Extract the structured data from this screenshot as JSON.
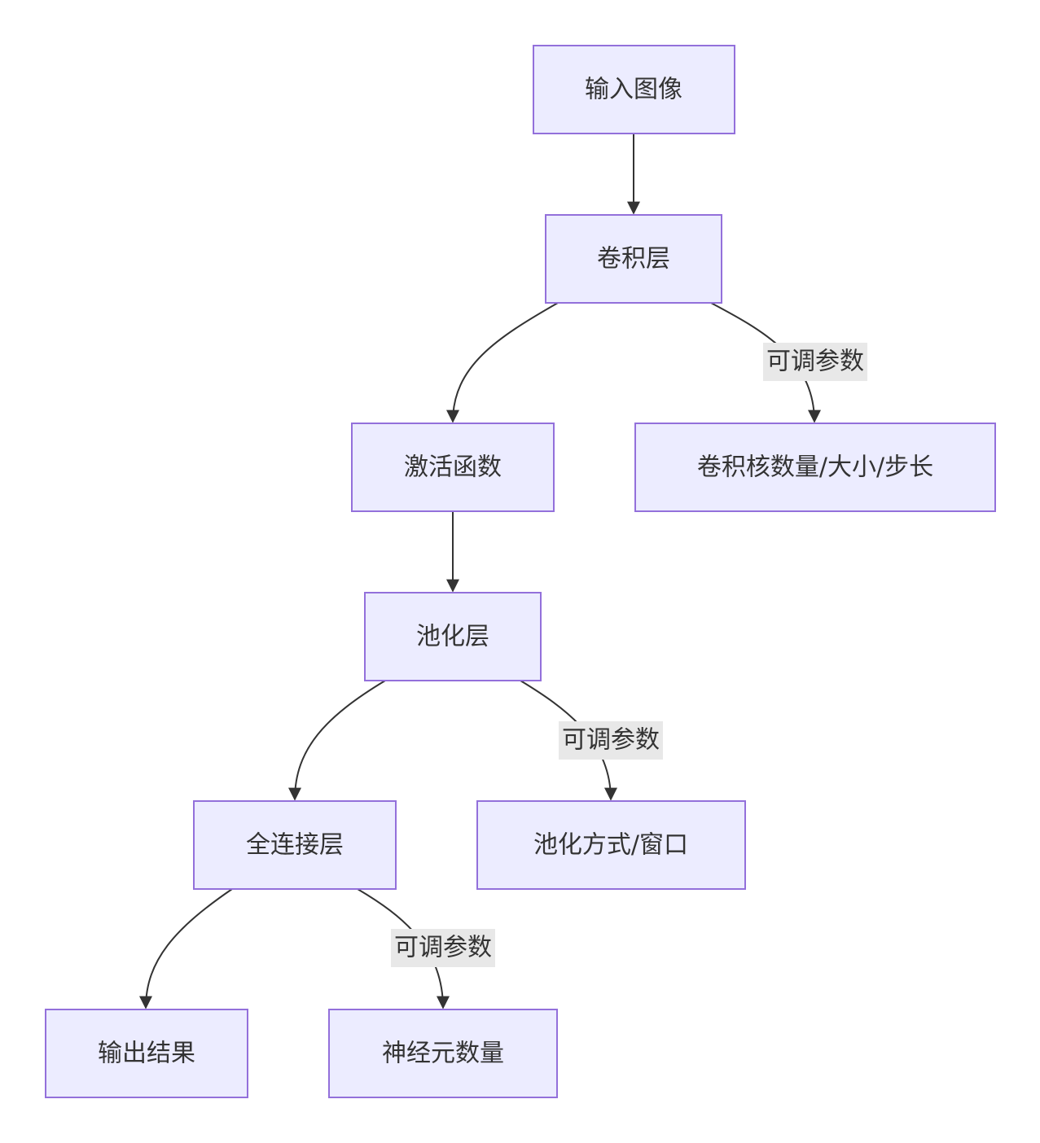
{
  "nodes": {
    "input": "输入图像",
    "conv": "卷积层",
    "activation": "激活函数",
    "conv_params": "卷积核数量/大小/步长",
    "pool": "池化层",
    "pool_params": "池化方式/窗口",
    "fc": "全连接层",
    "output": "输出结果",
    "neurons": "神经元数量"
  },
  "edge_labels": {
    "conv_to_params": "可调参数",
    "pool_to_params": "可调参数",
    "fc_to_params": "可调参数"
  },
  "colors": {
    "node_fill": "#ECECFF",
    "node_stroke": "#9370DB",
    "edge_stroke": "#333333",
    "label_bg": "#E8E8E8",
    "text": "#333333"
  }
}
